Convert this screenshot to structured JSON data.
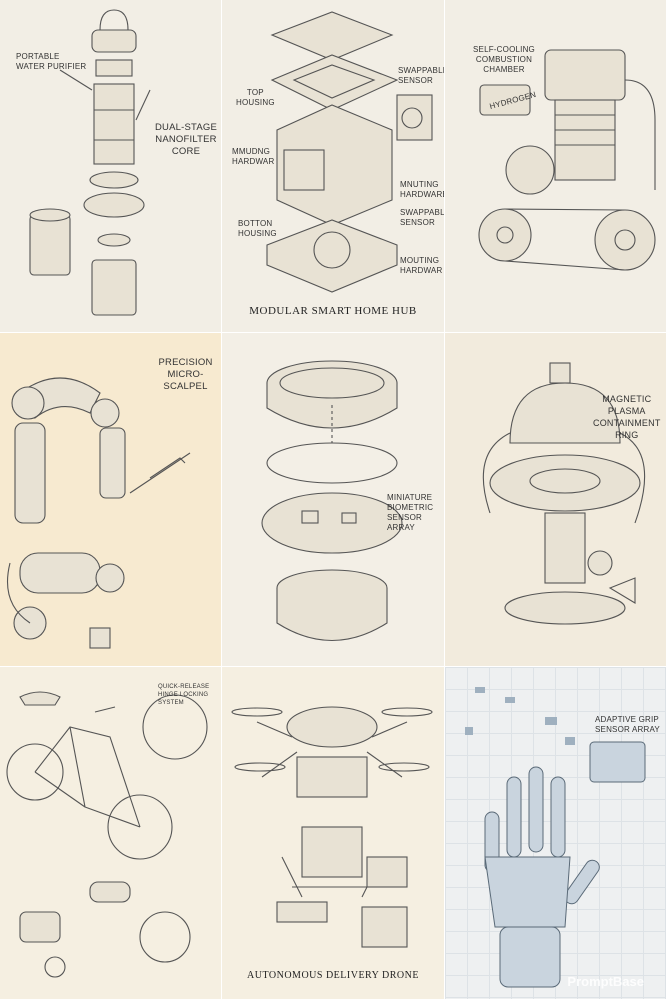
{
  "panels": [
    {
      "labels": [
        "Portable\nwater purifier",
        "Dual-stage\nnanofilter\ncore"
      ]
    },
    {
      "labels": [
        "Top\nhousing",
        "Swappable\nsensor",
        "Mmudng\nhardwar",
        "Mnuting\nhardware",
        "Swappable\nsensor",
        "Botton\nhousing",
        "Mouting\nhardwar"
      ],
      "title": "MODULAR SMART HOME HUB"
    },
    {
      "labels": [
        "Self-cooling\ncombustion\nchamber",
        "Hydrogen"
      ]
    },
    {
      "labels": [
        "Precision\nmicro-scalpel"
      ]
    },
    {
      "labels": [
        "Miniature\nbiometric\nsensor array"
      ]
    },
    {
      "labels": [
        "Magnetic\nplasma\ncontainment\nring"
      ]
    },
    {
      "labels": [
        "Quick-release\nhinge locking system"
      ]
    },
    {
      "title": "AUTONOMOUS DELIVERY DRONE"
    },
    {
      "labels": [
        "Adaptive grip\nsensor array"
      ],
      "watermark": "PromptBase"
    }
  ]
}
